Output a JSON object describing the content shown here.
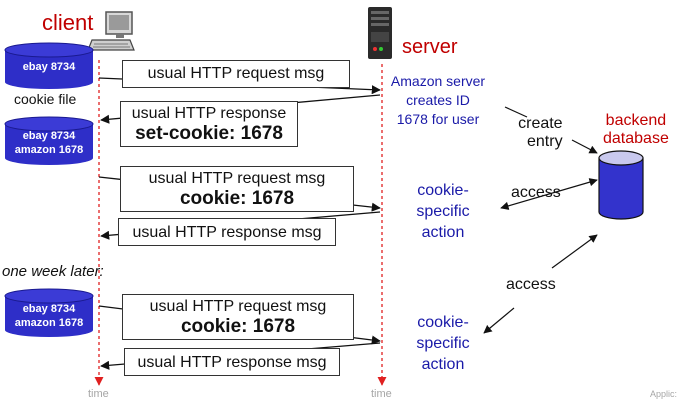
{
  "title_client": "client",
  "title_server": "server",
  "client_cookies": {
    "initial": [
      "ebay 8734"
    ],
    "file_label": "cookie file",
    "after": [
      "ebay 8734",
      "amazon 1678"
    ],
    "week_later": [
      "ebay 8734",
      "amazon 1678"
    ]
  },
  "messages": {
    "req1": {
      "line1": "usual HTTP request msg"
    },
    "resp1": {
      "line1": "usual HTTP response",
      "line2": "set-cookie: 1678"
    },
    "req2": {
      "line1": "usual HTTP request msg",
      "line2": "cookie: 1678"
    },
    "resp2": {
      "line1": "usual HTTP response msg"
    },
    "req3": {
      "line1": "usual HTTP request msg",
      "line2": "cookie: 1678"
    },
    "resp3": {
      "line1": "usual HTTP response msg"
    }
  },
  "server_notes": {
    "create": [
      "Amazon server",
      "creates ID",
      "1678 for user"
    ],
    "action1": [
      "cookie-",
      "specific",
      "action"
    ],
    "action2": [
      "cookie-",
      "specific",
      "action"
    ]
  },
  "backend": {
    "label": [
      "backend",
      "database"
    ]
  },
  "arrow_labels": {
    "create": [
      "create",
      "entry"
    ],
    "access1": "access",
    "access2": "access"
  },
  "one_week_later": "one week later:",
  "time_labels": {
    "client": "time",
    "server": "time"
  },
  "corner_text": "Applic:",
  "colors": {
    "title": "#c00000",
    "server_note": "#1a1aa8",
    "cylinder": "#2e2ec8",
    "timeline": "#e02020"
  }
}
